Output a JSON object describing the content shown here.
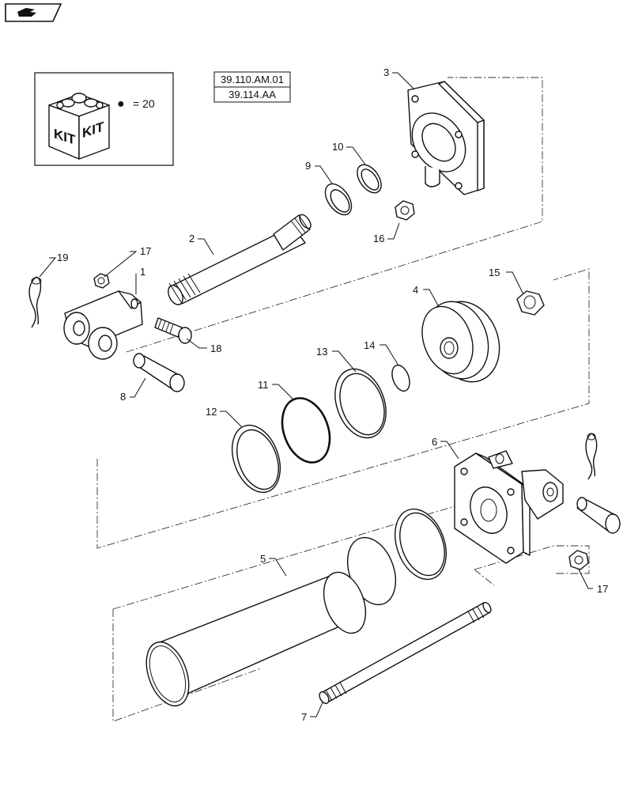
{
  "header": {
    "icon": "go-to-page-icon"
  },
  "references": [
    "39.110.AM.01",
    "39.114.AA"
  ],
  "kit": {
    "box_labels": [
      "KIT",
      "KIT"
    ],
    "legend_symbol": "●",
    "legend_text": "= 20"
  },
  "callouts": {
    "c1": "1",
    "c2": "2",
    "c3": "3",
    "c4": "4",
    "c5": "5",
    "c6": "6",
    "c7": "7",
    "c8": "8",
    "c9": "9",
    "c10": "10",
    "c11": "11",
    "c12": "12",
    "c13": "13",
    "c14": "14",
    "c15": "15",
    "c16": "16",
    "c17a": "17",
    "c17b": "17",
    "c18": "18",
    "c19": "19"
  }
}
